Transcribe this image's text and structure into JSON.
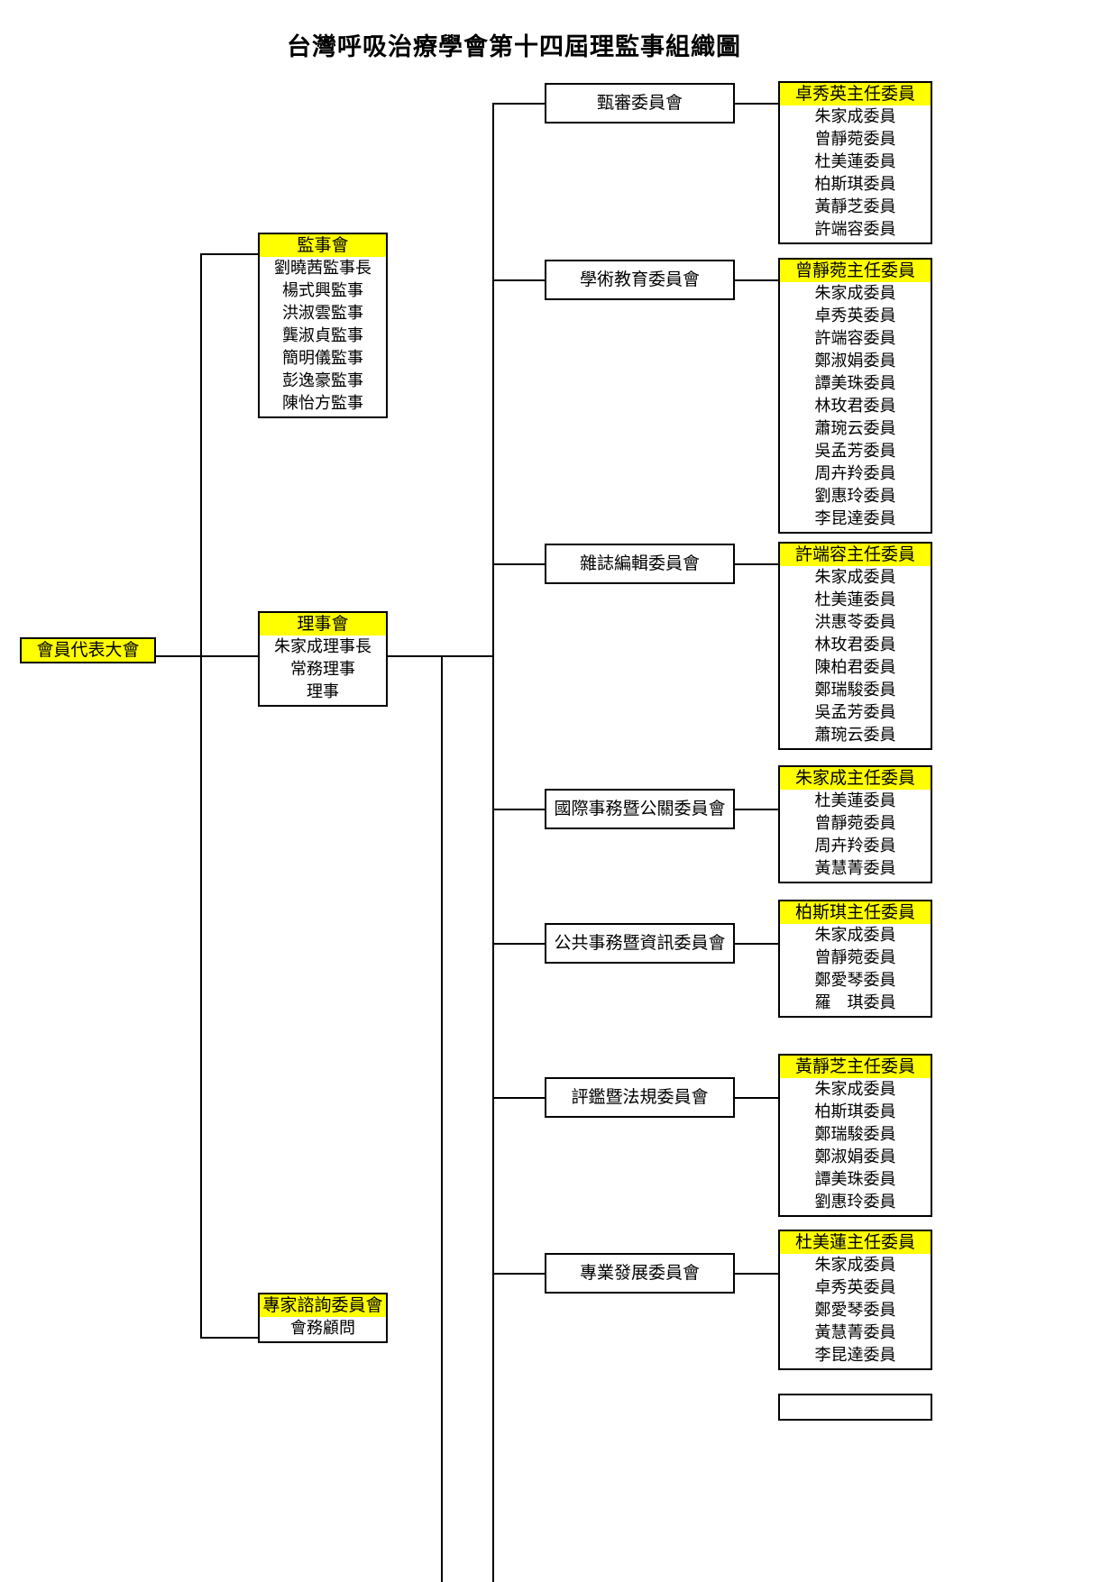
{
  "title": "台灣呼吸治療學會第十四屆理監事組織圖",
  "colors": {
    "highlight": "#ffff00",
    "border": "#000000",
    "background": "#ffffff"
  },
  "assembly": {
    "label": "會員代表大會"
  },
  "supervisory_board": {
    "header": "監事會",
    "members": [
      "劉曉茜監事長",
      "楊式興監事",
      "洪淑雲監事",
      "龔淑貞監事",
      "簡明儀監事",
      "彭逸豪監事",
      "陳怡方監事"
    ]
  },
  "board_of_directors": {
    "header": "理事會",
    "members": [
      "朱家成理事長",
      "常務理事",
      "理事"
    ]
  },
  "advisory": {
    "header": "專家諮詢委員會",
    "members": [
      "會務顧問"
    ]
  },
  "committees": [
    {
      "name": "甄審委員會",
      "chair": "卓秀英主任委員",
      "members": [
        "朱家成委員",
        "曾靜菀委員",
        "杜美蓮委員",
        "柏斯琪委員",
        "黃靜芝委員",
        "許端容委員"
      ]
    },
    {
      "name": "學術教育委員會",
      "chair": "曾靜菀主任委員",
      "members": [
        "朱家成委員",
        "卓秀英委員",
        "許端容委員",
        "鄭淑娟委員",
        "譚美珠委員",
        "林玫君委員",
        "蕭琬云委員",
        "吳孟芳委員",
        "周卉羚委員",
        "劉惠玲委員",
        "李昆達委員"
      ]
    },
    {
      "name": "雜誌編輯委員會",
      "chair": "許端容主任委員",
      "members": [
        "朱家成委員",
        "杜美蓮委員",
        "洪惠苓委員",
        "林玫君委員",
        "陳柏君委員",
        "鄭瑞駿委員",
        "吳孟芳委員",
        "蕭琬云委員"
      ]
    },
    {
      "name": "國際事務暨公關委員會",
      "chair": "朱家成主任委員",
      "members": [
        "杜美蓮委員",
        "曾靜菀委員",
        "周卉羚委員",
        "黃慧菁委員"
      ]
    },
    {
      "name": "公共事務暨資訊委員會",
      "chair": "柏斯琪主任委員",
      "members": [
        "朱家成委員",
        "曾靜菀委員",
        "鄭愛琴委員",
        "羅　琪委員"
      ]
    },
    {
      "name": "評鑑暨法規委員會",
      "chair": "黃靜芝主任委員",
      "members": [
        "朱家成委員",
        "柏斯琪委員",
        "鄭瑞駿委員",
        "鄭淑娟委員",
        "譚美珠委員",
        "劉惠玲委員"
      ]
    },
    {
      "name": "專業發展委員會",
      "chair": "杜美蓮主任委員",
      "members": [
        "朱家成委員",
        "卓秀英委員",
        "鄭愛琴委員",
        "黃慧菁委員",
        "李昆達委員"
      ]
    }
  ]
}
